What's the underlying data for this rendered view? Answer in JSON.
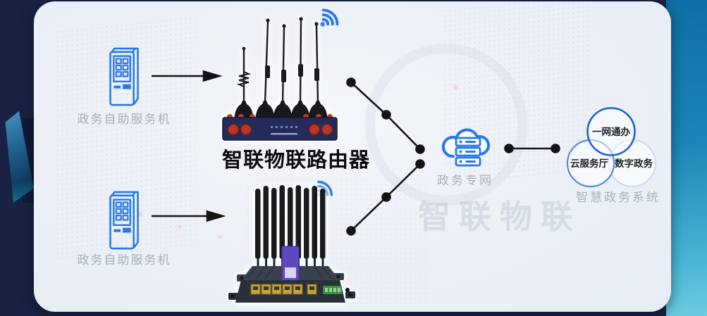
{
  "diagram": {
    "kiosk_top_label": "政务自助服务机",
    "kiosk_bottom_label": "政务自助服务机",
    "router_title": "智联物联路由器",
    "cloud_label": "政务专网",
    "venn": {
      "top": "一网通办",
      "left": "云服务厅",
      "right": "数字政务",
      "caption": "智慧政务系统"
    },
    "watermark": "智联物联",
    "icons": [
      "kiosk-icon",
      "wifi-icon",
      "cloud-server-icon",
      "arrow-right",
      "dotted-connector"
    ],
    "colors": {
      "accent_blue": "#2577f0",
      "navy_bg": "#192243",
      "panel_bg": "#edf1f7",
      "teal_band_top": "#0e6fa6",
      "teal_band_bottom": "#6fcbe0",
      "line_black": "#141414",
      "label_gray": "#a9b0ba",
      "venn_strong": "#1d63d8",
      "venn_mid": "#5b8ad8",
      "venn_light": "#ccd9ea"
    }
  }
}
